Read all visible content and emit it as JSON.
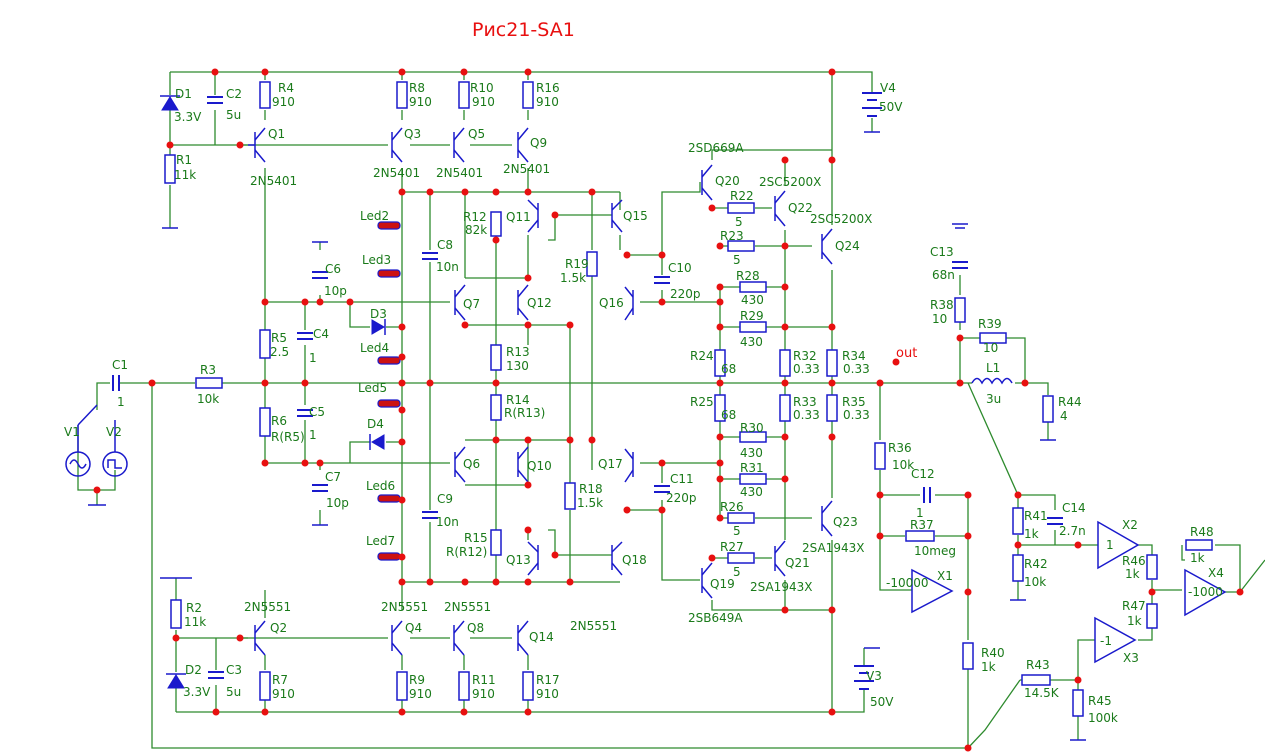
{
  "title": "Рис21-SA1",
  "output_label": "out",
  "labels": {
    "R4": "R4",
    "R4v": "910",
    "R8": "R8",
    "R8v": "910",
    "R10": "R10",
    "R10v": "910",
    "R16": "R16",
    "R16v": "910",
    "R1": "R1",
    "R1v": "11k",
    "D1": "D1",
    "D1v": "3.3V",
    "C2": "C2",
    "C2v": "5u",
    "Q1": "Q1",
    "Q1t": "2N5401",
    "Q3": "Q3",
    "Q3t": "2N5401",
    "Q5": "Q5",
    "Q5t": "2N5401",
    "Q9": "Q9",
    "Q9t": "2N5401",
    "V4": "V4",
    "V4v": "50V",
    "V3": "V3",
    "V3v": "50V",
    "Q20": "Q20",
    "Q20t": "2SD669A",
    "Q22": "Q22",
    "Q22t": "2SC5200X",
    "Q24": "Q24",
    "Q24t": "2SC5200X",
    "Led2": "Led2",
    "Led3": "Led3",
    "Led4": "Led4",
    "Led5": "Led5",
    "Led6": "Led6",
    "Led7": "Led7",
    "C8": "C8",
    "C8v": "10n",
    "C9": "C9",
    "C9v": "10n",
    "R12": "R12",
    "R12v": "82k",
    "Q11": "Q11",
    "Q15": "Q15",
    "R19": "R19",
    "R19v": "1.5k",
    "C10": "C10",
    "C10v": "220p",
    "C6": "C6",
    "C6v": "10p",
    "C7": "C7",
    "C7v": "10p",
    "D3": "D3",
    "D4": "D4",
    "Q7": "Q7",
    "Q12": "Q12",
    "Q16": "Q16",
    "R22": "R22",
    "R22v": "5",
    "R23": "R23",
    "R23v": "5",
    "R28": "R28",
    "R28v": "430",
    "R29": "R29",
    "R29v": "430",
    "R5": "R5",
    "R5v": "2.5",
    "C4": "C4",
    "C4v": "1",
    "R13": "R13",
    "R13v": "130",
    "R24": "R24",
    "R24v": "68",
    "R32": "R32",
    "R32v": "0.33",
    "R34": "R34",
    "R34v": "0.33",
    "C1": "C1",
    "C1v": "1",
    "R3": "R3",
    "R3v": "10k",
    "R6": "R6",
    "R6v": "R(R5)",
    "C5": "C5",
    "C5v": "1",
    "R14": "R14",
    "R14v": "R(R13)",
    "R25": "R25",
    "R25v": "68",
    "R33": "R33",
    "R33v": "0.33",
    "R35": "R35",
    "R35v": "0.33",
    "V1": "V1",
    "V2": "V2",
    "Q6": "Q6",
    "Q10": "Q10",
    "Q17": "Q17",
    "R30": "R30",
    "R30v": "430",
    "R31": "R31",
    "R31v": "430",
    "R18": "R18",
    "R18v": "1.5k",
    "C11": "C11",
    "C11v": "220p",
    "R36": "R36",
    "R36v": "10k",
    "C12": "C12",
    "C12v": "1",
    "R26": "R26",
    "R26v": "5",
    "R27": "R27",
    "R27v": "5",
    "Q23": "Q23",
    "Q23t": "2SA1943X",
    "Q21": "Q21",
    "Q21t": "2SA1943X",
    "Q19": "Q19",
    "Q19t": "2SB649A",
    "R37": "R37",
    "R37v": "10meg",
    "X1": "X1",
    "X1g": "-10000",
    "R15": "R15",
    "R15v": "R(R12)",
    "Q13": "Q13",
    "Q18": "Q18",
    "C13": "C13",
    "C13v": "68n",
    "R38": "R38",
    "R38v": "10",
    "R39": "R39",
    "R39v": "10",
    "L1": "L1",
    "L1v": "3u",
    "R44": "R44",
    "R44v": "4",
    "R41": "R41",
    "R41v": "1k",
    "R42": "R42",
    "R42v": "10k",
    "C14": "C14",
    "C14v": "2.7n",
    "X2": "X2",
    "X2g": "1",
    "R46": "R46",
    "R46v": "1k",
    "R47": "R47",
    "R47v": "1k",
    "R48": "R48",
    "R48v": "1k",
    "X4": "X4",
    "X4g": "-1000",
    "X3": "X3",
    "X3g": "-1",
    "R43": "R43",
    "R43v": "14.5K",
    "R45": "R45",
    "R45v": "100k",
    "R40": "R40",
    "R40v": "1k",
    "R2": "R2",
    "R2v": "11k",
    "D2": "D2",
    "D2v": "3.3V",
    "C3": "C3",
    "C3v": "5u",
    "Q2": "Q2",
    "Q2t": "2N5551",
    "Q4": "Q4",
    "Q4t": "2N5551",
    "Q8": "Q8",
    "Q8t": "2N5551",
    "Q14": "Q14",
    "Q14t": "2N5551",
    "R7": "R7",
    "R7v": "910",
    "R9": "R9",
    "R9v": "910",
    "R11": "R11",
    "R11v": "910",
    "R17": "R17",
    "R17v": "910"
  }
}
